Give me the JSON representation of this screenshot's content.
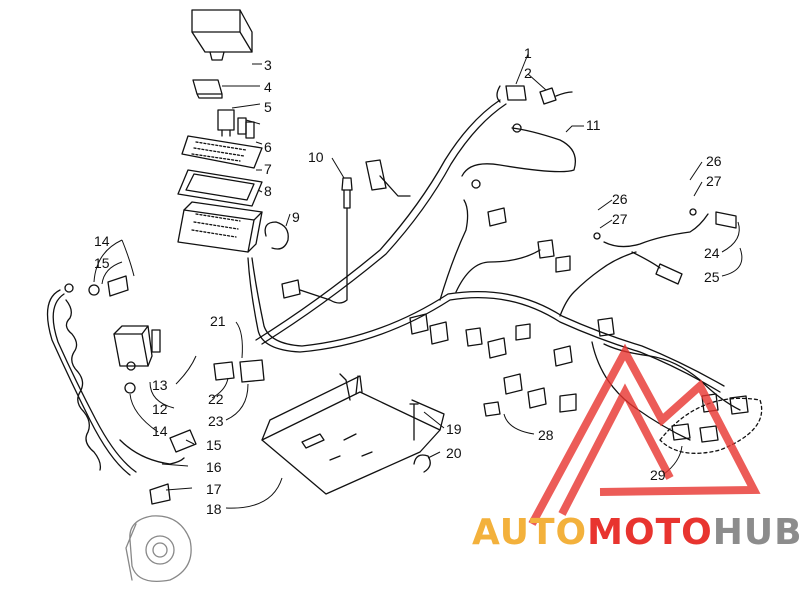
{
  "diagram": {
    "callouts": [
      {
        "id": "c1",
        "text": "1"
      },
      {
        "id": "c2",
        "text": "2"
      },
      {
        "id": "c3",
        "text": "3"
      },
      {
        "id": "c4",
        "text": "4"
      },
      {
        "id": "c5",
        "text": "5"
      },
      {
        "id": "c6",
        "text": "6"
      },
      {
        "id": "c7",
        "text": "7"
      },
      {
        "id": "c8",
        "text": "8"
      },
      {
        "id": "c9",
        "text": "9"
      },
      {
        "id": "c10",
        "text": "10"
      },
      {
        "id": "c11",
        "text": "11"
      },
      {
        "id": "c26a",
        "text": "26"
      },
      {
        "id": "c27a",
        "text": "27"
      },
      {
        "id": "c26b",
        "text": "26"
      },
      {
        "id": "c27b",
        "text": "27"
      },
      {
        "id": "c24",
        "text": "24"
      },
      {
        "id": "c25",
        "text": "25"
      },
      {
        "id": "c14a",
        "text": "14"
      },
      {
        "id": "c15a",
        "text": "15"
      },
      {
        "id": "c21",
        "text": "21"
      },
      {
        "id": "c13",
        "text": "13"
      },
      {
        "id": "c22",
        "text": "22"
      },
      {
        "id": "c12",
        "text": "12"
      },
      {
        "id": "c23",
        "text": "23"
      },
      {
        "id": "c14b",
        "text": "14"
      },
      {
        "id": "c15b",
        "text": "15"
      },
      {
        "id": "c16",
        "text": "16"
      },
      {
        "id": "c17",
        "text": "17"
      },
      {
        "id": "c18",
        "text": "18"
      },
      {
        "id": "c19",
        "text": "19"
      },
      {
        "id": "c20",
        "text": "20"
      },
      {
        "id": "c28",
        "text": "28"
      },
      {
        "id": "c29",
        "text": "29"
      }
    ]
  },
  "watermark": {
    "part1": "AUTO",
    "part2": "MOTO",
    "part3": "HUB",
    "colors": {
      "auto": "#f3b13c",
      "moto": "#e8342f",
      "hub": "#8c8c8c",
      "triangle": "#e8342f"
    }
  }
}
